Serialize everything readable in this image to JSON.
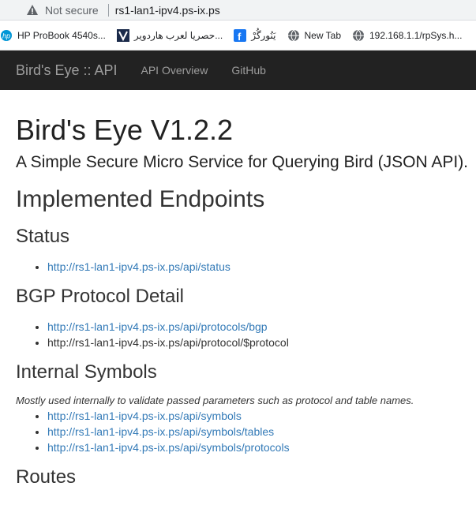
{
  "browser": {
    "security_label": "Not secure",
    "url": "rs1-lan1-ipv4.ps-ix.ps",
    "bookmarks": [
      {
        "icon": "hp-icon",
        "label": "HP ProBook 4540s..."
      },
      {
        "icon": "v-logo-icon",
        "label": "حصريا لعرب هاردوير..."
      },
      {
        "icon": "facebook-icon",
        "label": "يَنُورگُرْ"
      },
      {
        "icon": "globe-icon",
        "label": "New Tab"
      },
      {
        "icon": "globe-icon",
        "label": "192.168.1.1/rpSys.h..."
      }
    ]
  },
  "navbar": {
    "brand": "Bird's Eye :: API",
    "links": [
      "API Overview",
      "GitHub"
    ]
  },
  "main": {
    "title": "Bird's Eye V1.2.2",
    "lead": "A Simple Secure Micro Service for Querying Bird (JSON API).",
    "section_title": "Implemented Endpoints",
    "status": {
      "heading": "Status",
      "links": [
        "http://rs1-lan1-ipv4.ps-ix.ps/api/status"
      ]
    },
    "bgp": {
      "heading": "BGP Protocol Detail",
      "link": "http://rs1-lan1-ipv4.ps-ix.ps/api/protocols/bgp",
      "text": "http://rs1-lan1-ipv4.ps-ix.ps/api/protocol/$protocol"
    },
    "symbols": {
      "heading": "Internal Symbols",
      "note": "Mostly used internally to validate passed parameters such as protocol and table names.",
      "links": [
        "http://rs1-lan1-ipv4.ps-ix.ps/api/symbols",
        "http://rs1-lan1-ipv4.ps-ix.ps/api/symbols/tables",
        "http://rs1-lan1-ipv4.ps-ix.ps/api/symbols/protocols"
      ]
    },
    "routes": {
      "heading": "Routes"
    }
  }
}
